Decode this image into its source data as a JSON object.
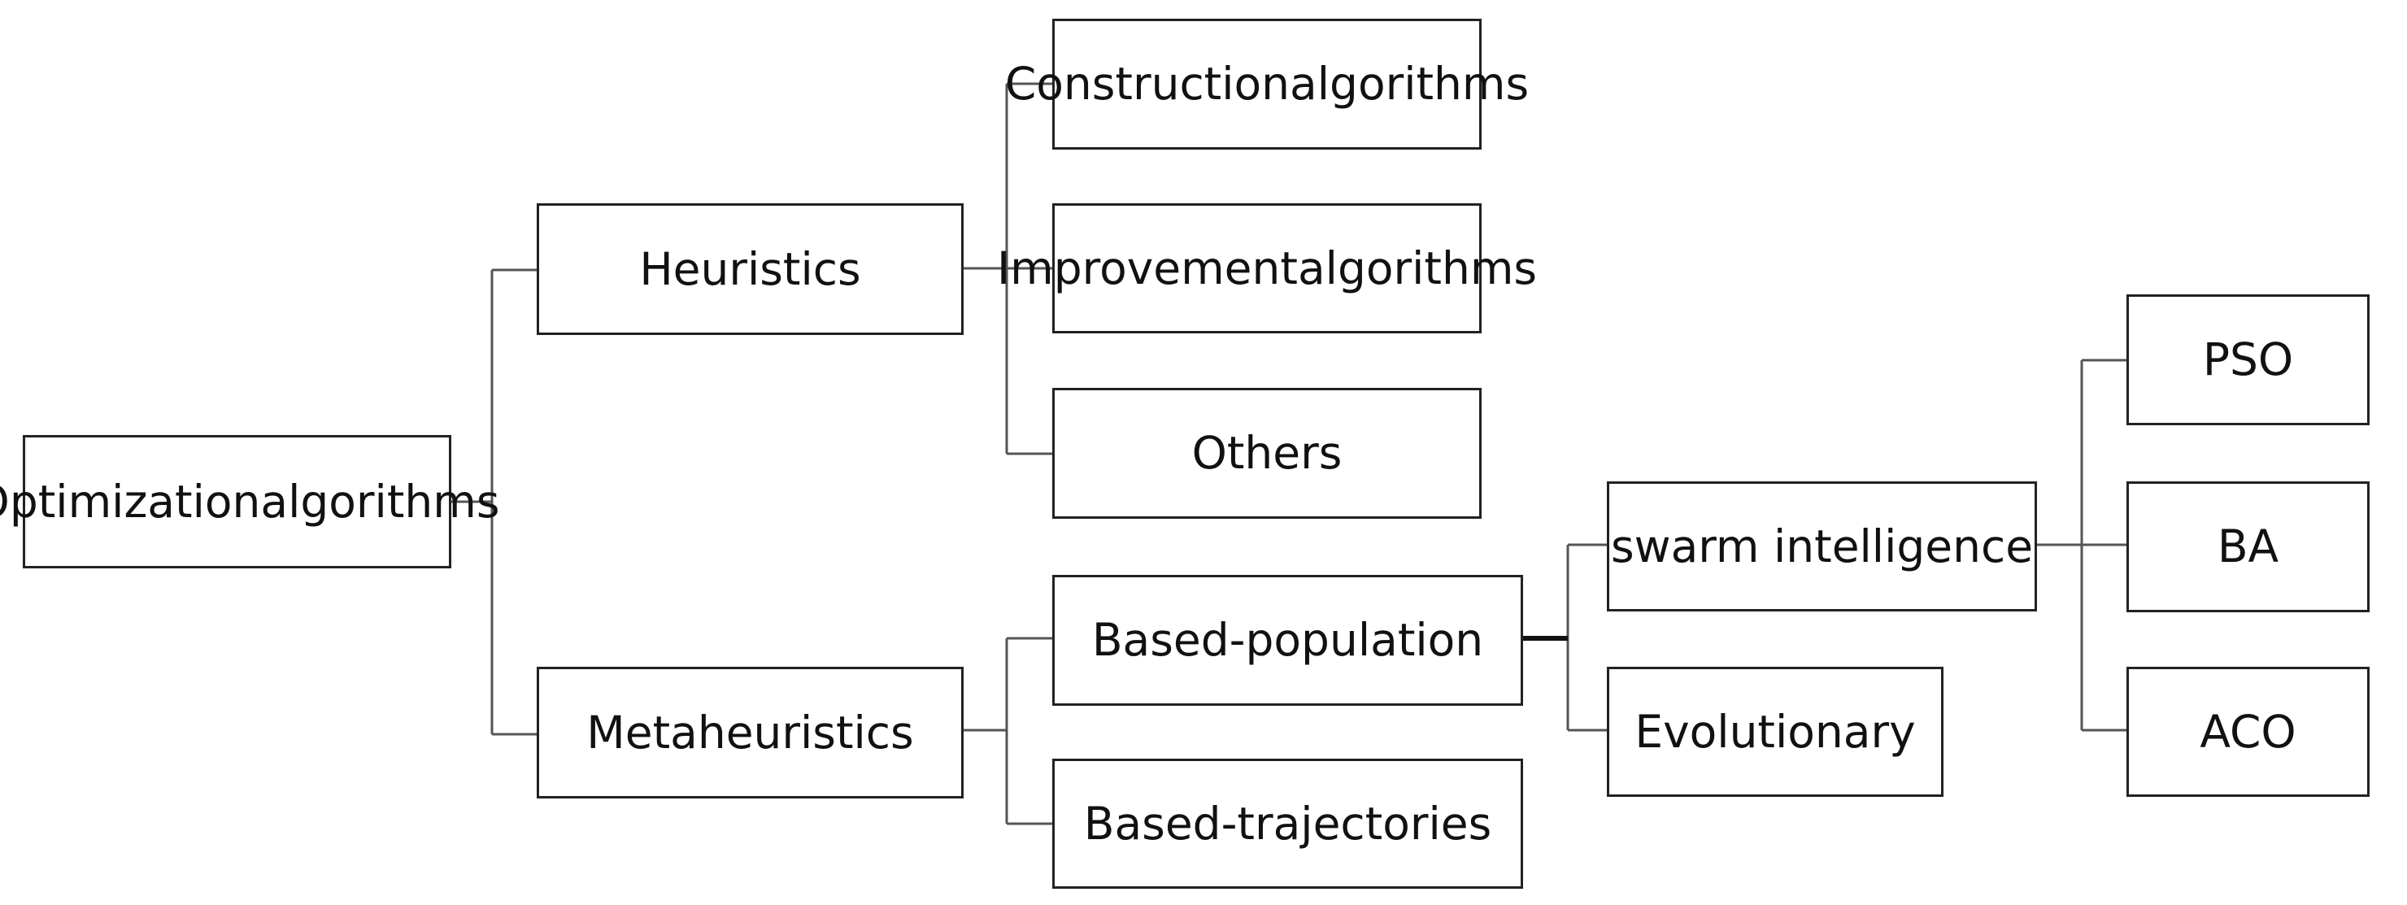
{
  "colors": {
    "box_border": "#222222",
    "connector": "#555555",
    "background": "#ffffff",
    "text": "#111111"
  },
  "nodes": {
    "root": [
      "Optimization",
      "algorithms"
    ],
    "heuristics": [
      "Heuristics"
    ],
    "metaheuristics": [
      "Metaheuristics"
    ],
    "construction": [
      "Construction",
      "algorithms"
    ],
    "improvement": [
      "Improvement",
      "algorithms"
    ],
    "others": [
      "Others"
    ],
    "based_population": [
      "Based-population"
    ],
    "based_trajectories": [
      "Based-trajectories"
    ],
    "swarm_intelligence": [
      "swarm intelligence"
    ],
    "evolutionary": [
      "Evolutionary"
    ],
    "pso": [
      "PSO"
    ],
    "ba": [
      "BA"
    ],
    "aco": [
      "ACO"
    ]
  }
}
